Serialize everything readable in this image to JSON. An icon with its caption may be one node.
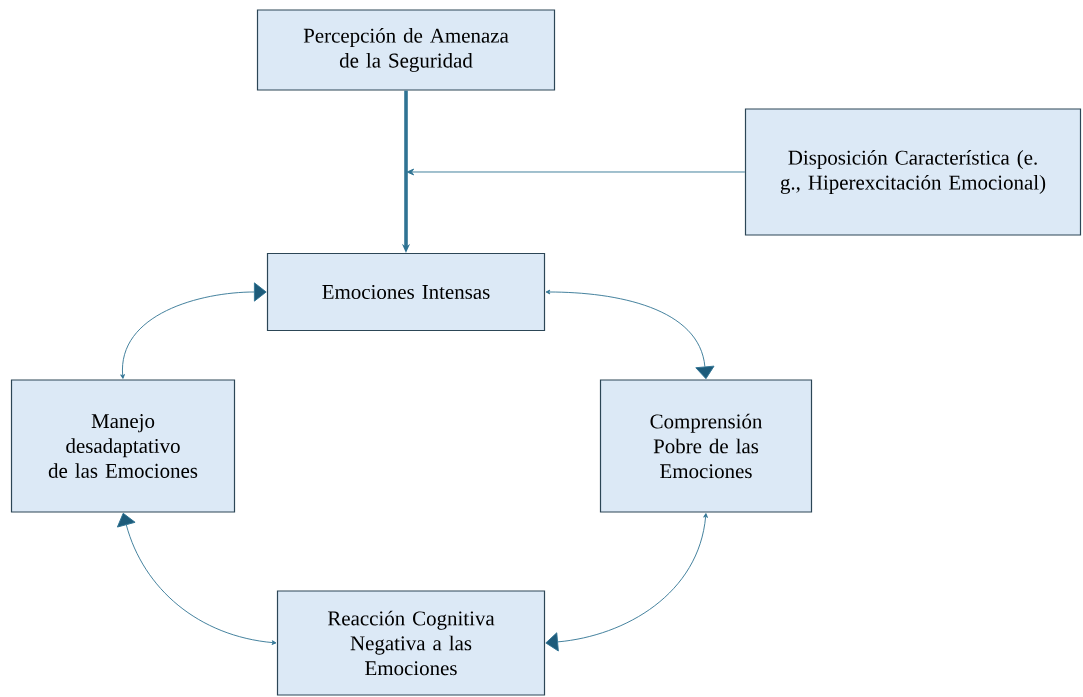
{
  "diagram": {
    "nodes": [
      {
        "text": [
          "Percepción de Amenaza de la Seguridad"
        ]
      },
      {
        "text": [
          "Disposición Característica (e. g., Hiperexcitación Emocional)"
        ]
      },
      {
        "text": [
          "Emociones Intensas"
        ]
      },
      {
        "text": [
          "Manejo desadaptativo de las Emociones"
        ]
      },
      {
        "text": [
          "Comprensión Pobre de las Emociones"
        ]
      },
      {
        "text": [
          "Reacción Cognitiva Negativa a las Emociones"
        ]
      }
    ],
    "edges": [
      {
        "from": 0,
        "to": 2,
        "arrow": "to",
        "style": "thick"
      },
      {
        "from": 1,
        "to": null,
        "arrow": "to"
      },
      {
        "from": 2,
        "to": 4,
        "arrow": "both"
      },
      {
        "from": 4,
        "to": 5,
        "arrow": "both"
      },
      {
        "from": 5,
        "to": 3,
        "arrow": "both"
      },
      {
        "from": 3,
        "to": 2,
        "arrow": "both"
      }
    ]
  }
}
